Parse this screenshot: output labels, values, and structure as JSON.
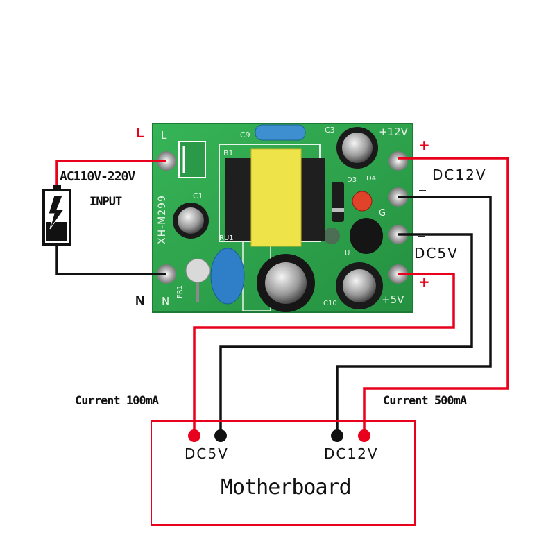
{
  "board": {
    "model": "XH-M299",
    "pin_labels": {
      "L": "L",
      "N": "N",
      "plus12": "+12V",
      "plus5": "+5V",
      "G": "G"
    },
    "component_labels": {
      "c9": "C9",
      "c3": "C3",
      "b1": "B1",
      "c1": "C1",
      "d3": "D3",
      "d4": "D4",
      "fr1": "FR1",
      "c10": "C10",
      "ru1": "RU1",
      "u": "U"
    }
  },
  "input": {
    "line_label": "L",
    "neutral_label": "N",
    "voltage_label": "AC110V-220V",
    "input_label": "INPUT"
  },
  "outputs": {
    "dc12_label": "DC12V",
    "dc5_label": "DC5V",
    "plus_top": "+",
    "minus_top": "_",
    "minus_bottom": "_",
    "plus_bottom": "+"
  },
  "currents": {
    "left": "Current 100mA",
    "right": "Current 500mA"
  },
  "motherboard": {
    "title": "Motherboard",
    "dc5_label": "DC5V",
    "dc12_label": "DC12V"
  },
  "colors": {
    "wire_red": "#e8001c",
    "wire_black": "#111111",
    "pcb_green": "#2fa64a",
    "box_border": "#e8001c"
  }
}
